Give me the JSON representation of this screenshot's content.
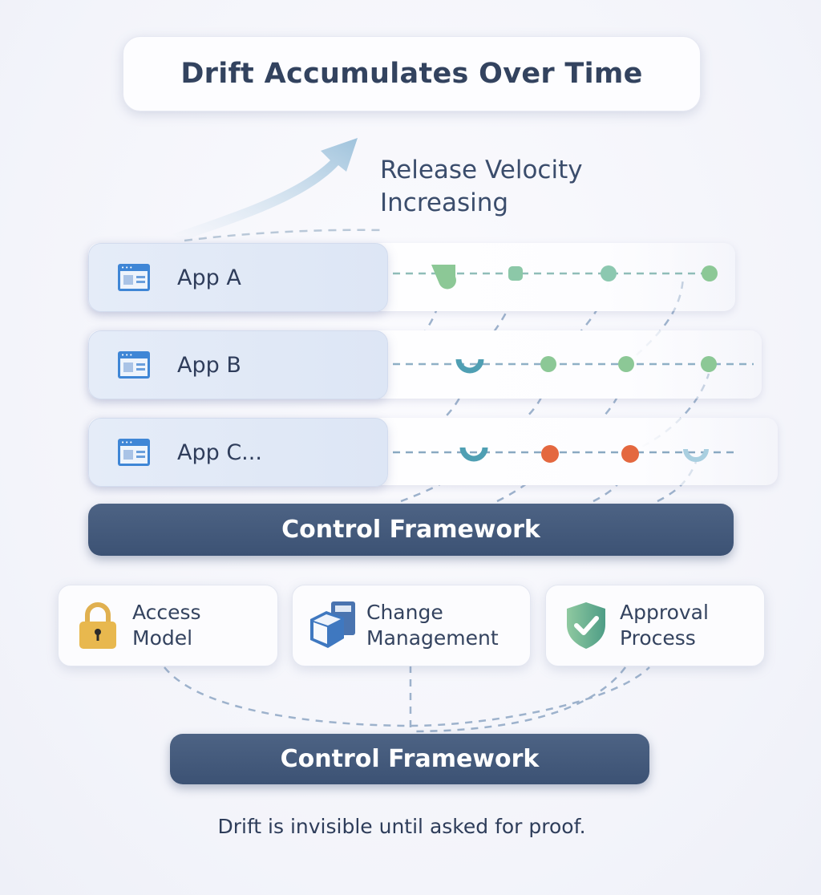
{
  "title": "Drift Accumulates Over Time",
  "velocity": {
    "line1": "Release Velocity",
    "line2": "Increasing"
  },
  "apps": [
    {
      "label": "App A",
      "icon": "app-window-icon"
    },
    {
      "label": "App B",
      "icon": "app-window-icon"
    },
    {
      "label": "App C..."
    }
  ],
  "control_framework_top": "Control Framework",
  "pillars": [
    {
      "line1": "Access",
      "line2": "Model",
      "icon": "padlock-icon"
    },
    {
      "line1": "Change",
      "line2": "Management",
      "icon": "cube-icon"
    },
    {
      "line1": "Approval",
      "line2": "Process",
      "icon": "shield-check-icon"
    }
  ],
  "control_framework_bottom": "Control Framework",
  "caption": "Drift is invisible until asked for proof.",
  "colors": {
    "teal": "#7fb8b5",
    "green": "#8cc896",
    "red": "#e4683f",
    "blue": "#3f86d6",
    "dark": "#3f5576"
  }
}
